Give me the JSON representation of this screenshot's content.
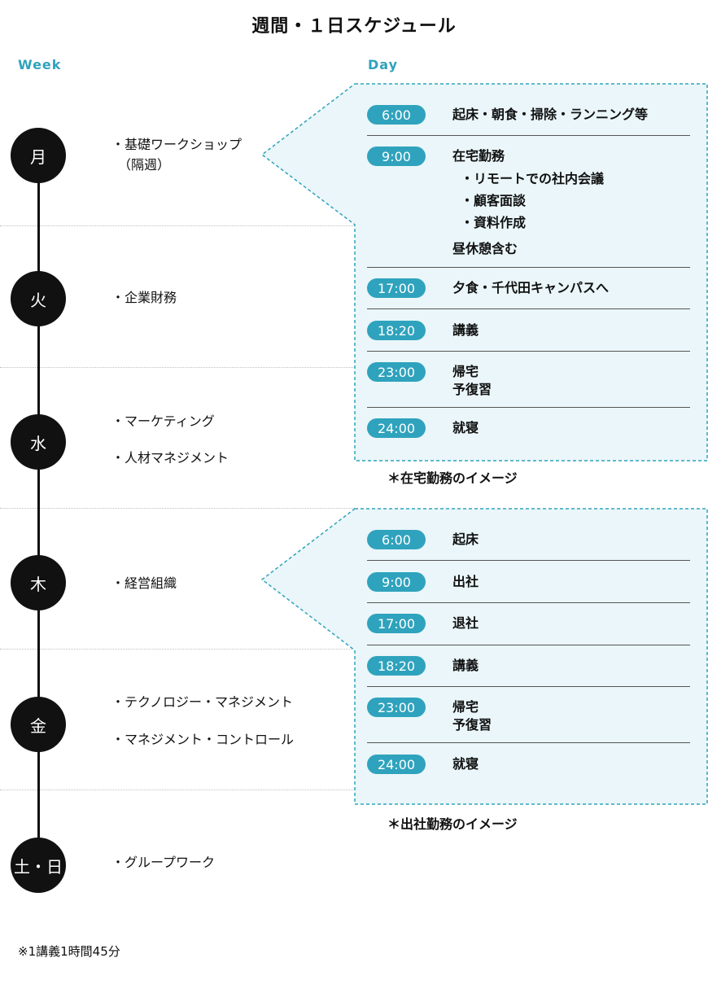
{
  "title": "週間・１日スケジュール",
  "headers": {
    "week": "Week",
    "day": "Day"
  },
  "days": [
    {
      "label": "月",
      "courses": [
        "・基礎ワークショップ",
        "（隔週）"
      ]
    },
    {
      "label": "火",
      "courses": [
        "・企業財務"
      ]
    },
    {
      "label": "水",
      "courses": [
        "・マーケティング",
        "・人材マネジメント"
      ]
    },
    {
      "label": "木",
      "courses": [
        "・経営組織"
      ]
    },
    {
      "label": "金",
      "courses": [
        "・テクノロジー・マネジメント",
        "・マネジメント・コントロール"
      ]
    },
    {
      "label": "土・日",
      "courses": [
        "・グループワーク"
      ]
    }
  ],
  "schedule_home": {
    "rows": [
      {
        "time": "6:00",
        "text": "起床・朝食・掃除・ランニング等"
      },
      {
        "time": "9:00",
        "text": "在宅勤務",
        "sub": [
          "・リモートでの社内会議",
          "・顧客面談",
          "・資料作成"
        ],
        "extra": "昼休憩含む"
      },
      {
        "time": "17:00",
        "text": "夕食・千代田キャンパスへ"
      },
      {
        "time": "18:20",
        "text": "講義"
      },
      {
        "time": "23:00",
        "text": "帰宅",
        "text2": "予復習"
      },
      {
        "time": "24:00",
        "text": "就寝"
      }
    ],
    "note": "＊在宅勤務のイメージ"
  },
  "schedule_office": {
    "rows": [
      {
        "time": "6:00",
        "text": "起床"
      },
      {
        "time": "9:00",
        "text": "出社"
      },
      {
        "time": "17:00",
        "text": "退社"
      },
      {
        "time": "18:20",
        "text": "講義"
      },
      {
        "time": "23:00",
        "text": "帰宅",
        "text2": "予復習"
      },
      {
        "time": "24:00",
        "text": "就寝"
      }
    ],
    "note": "＊出社勤務のイメージ"
  },
  "footnote": "※1講義1時間45分",
  "colors": {
    "accent": "#2fa3bd",
    "callout_fill": "#eaf6f9",
    "circle": "#111111"
  }
}
